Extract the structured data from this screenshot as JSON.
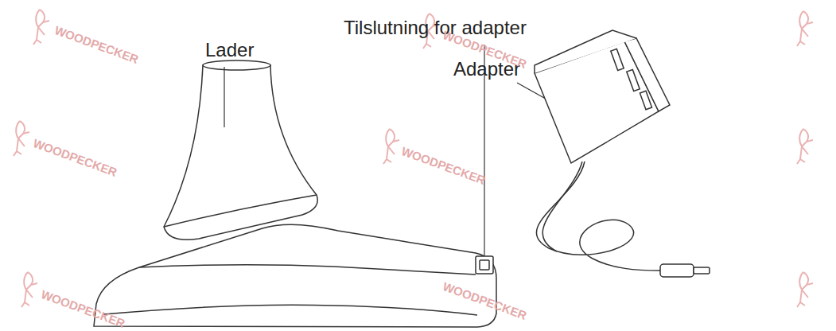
{
  "diagram": {
    "labels": [
      "Lader",
      "Tilslutning for adapter",
      "Adapter",
      "WOODPECKER",
      "WOODPECKER",
      "WOODPECKER",
      "WOODPECKER",
      "WOODPECKER",
      "WOODPECKER"
    ]
  }
}
